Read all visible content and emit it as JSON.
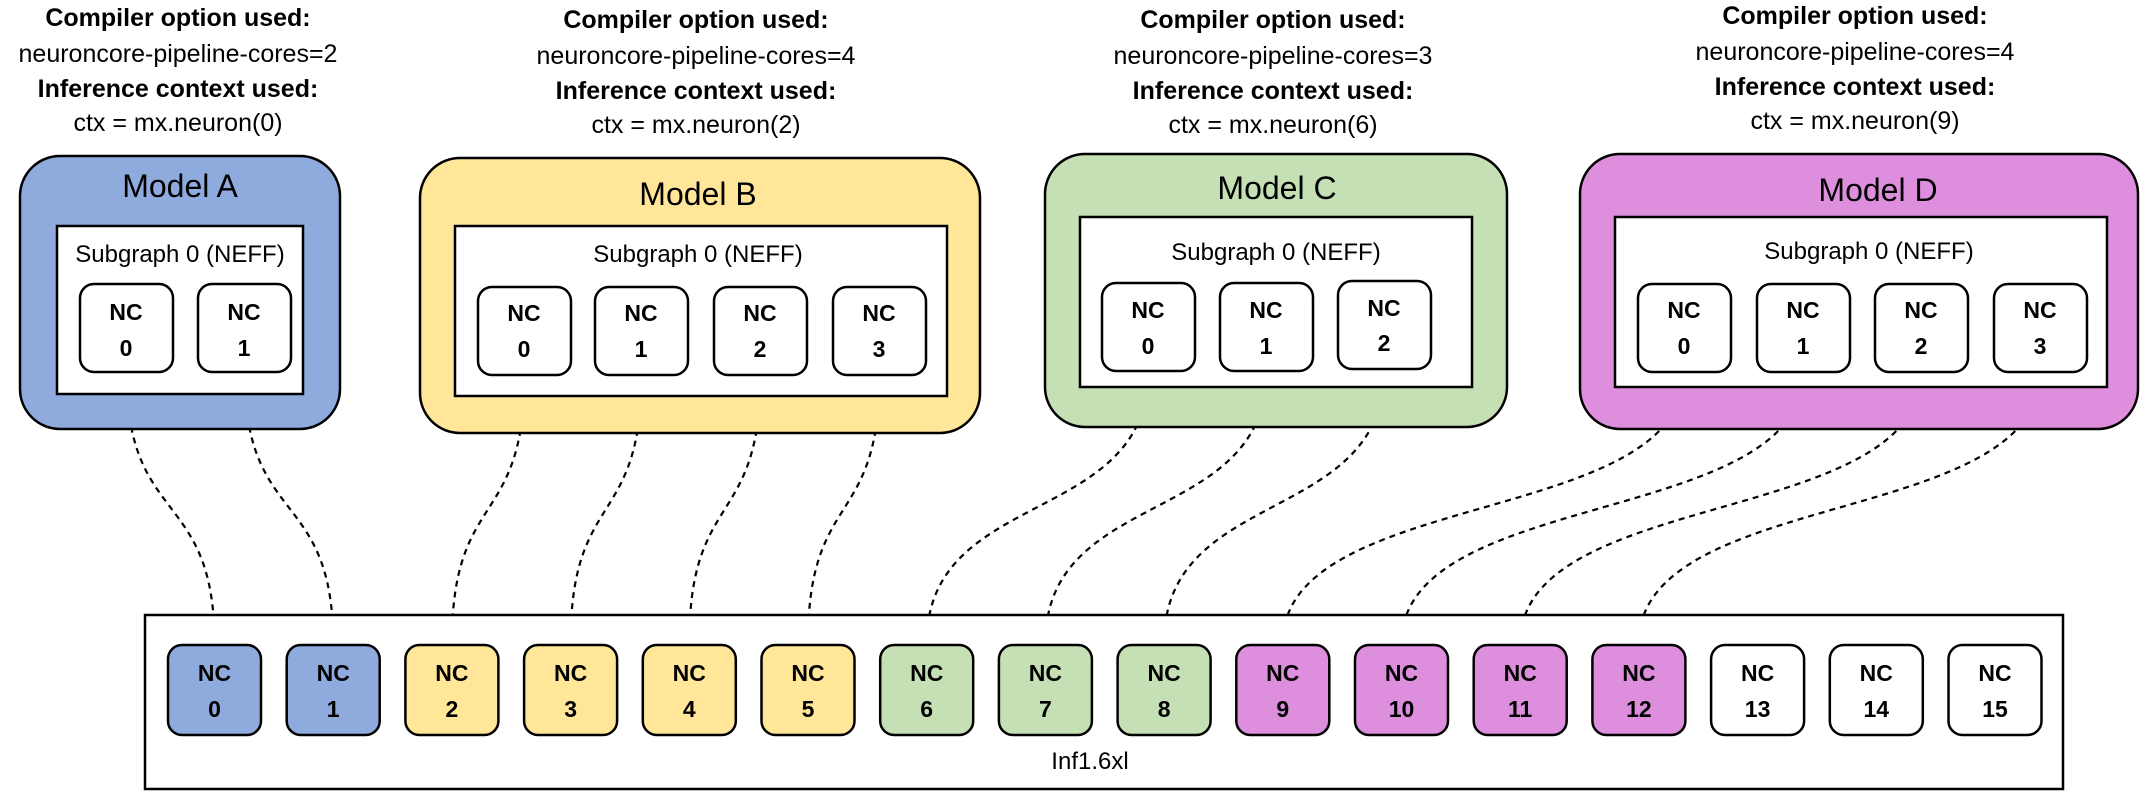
{
  "colors": {
    "model_a": "#8faadc",
    "model_b": "#ffe699",
    "model_c": "#c5e0b4",
    "model_d": "#dd8fdd",
    "unused": "#ffffff",
    "stroke": "#000000"
  },
  "captions": {
    "compiler_label": "Compiler option used:",
    "inference_label": "Inference context used:"
  },
  "models": [
    {
      "title": "Model A",
      "color_key": "model_a",
      "compiler_option": "neuroncore-pipeline-cores=2",
      "context": "ctx = mx.neuron(0)",
      "subgraph": "Subgraph 0 (NEFF)",
      "cores": [
        {
          "line1": "NC",
          "line2": "0",
          "target": 0
        },
        {
          "line1": "NC",
          "line2": "1",
          "target": 1
        }
      ]
    },
    {
      "title": "Model B",
      "color_key": "model_b",
      "compiler_option": "neuroncore-pipeline-cores=4",
      "context": "ctx = mx.neuron(2)",
      "subgraph": "Subgraph 0 (NEFF)",
      "cores": [
        {
          "line1": "NC",
          "line2": "0",
          "target": 2
        },
        {
          "line1": "NC",
          "line2": "1",
          "target": 3
        },
        {
          "line1": "NC",
          "line2": "2",
          "target": 4
        },
        {
          "line1": "NC",
          "line2": "3",
          "target": 5
        }
      ]
    },
    {
      "title": "Model C",
      "color_key": "model_c",
      "compiler_option": "neuroncore-pipeline-cores=3",
      "context": "ctx = mx.neuron(6)",
      "subgraph": "Subgraph 0 (NEFF)",
      "cores": [
        {
          "line1": "NC",
          "line2": "0",
          "target": 6
        },
        {
          "line1": "NC",
          "line2": "1",
          "target": 7
        },
        {
          "line1": "NC",
          "line2": "2",
          "target": 8
        }
      ]
    },
    {
      "title": "Model D",
      "color_key": "model_d",
      "compiler_option": "neuroncore-pipeline-cores=4",
      "context": "ctx = mx.neuron(9)",
      "subgraph": "Subgraph 0 (NEFF)",
      "cores": [
        {
          "line1": "NC",
          "line2": "0",
          "target": 9
        },
        {
          "line1": "NC",
          "line2": "1",
          "target": 10
        },
        {
          "line1": "NC",
          "line2": "2",
          "target": 11
        },
        {
          "line1": "NC",
          "line2": "3",
          "target": 12
        }
      ]
    }
  ],
  "instance": {
    "label": "Inf1.6xl",
    "cores": [
      {
        "line1": "NC",
        "line2": "0",
        "color_key": "model_a"
      },
      {
        "line1": "NC",
        "line2": "1",
        "color_key": "model_a"
      },
      {
        "line1": "NC",
        "line2": "2",
        "color_key": "model_b"
      },
      {
        "line1": "NC",
        "line2": "3",
        "color_key": "model_b"
      },
      {
        "line1": "NC",
        "line2": "4",
        "color_key": "model_b"
      },
      {
        "line1": "NC",
        "line2": "5",
        "color_key": "model_b"
      },
      {
        "line1": "NC",
        "line2": "6",
        "color_key": "model_c"
      },
      {
        "line1": "NC",
        "line2": "7",
        "color_key": "model_c"
      },
      {
        "line1": "NC",
        "line2": "8",
        "color_key": "model_c"
      },
      {
        "line1": "NC",
        "line2": "9",
        "color_key": "model_d"
      },
      {
        "line1": "NC",
        "line2": "10",
        "color_key": "model_d"
      },
      {
        "line1": "NC",
        "line2": "11",
        "color_key": "model_d"
      },
      {
        "line1": "NC",
        "line2": "12",
        "color_key": "model_d"
      },
      {
        "line1": "NC",
        "line2": "13",
        "color_key": "unused"
      },
      {
        "line1": "NC",
        "line2": "14",
        "color_key": "unused"
      },
      {
        "line1": "NC",
        "line2": "15",
        "color_key": "unused"
      }
    ]
  }
}
